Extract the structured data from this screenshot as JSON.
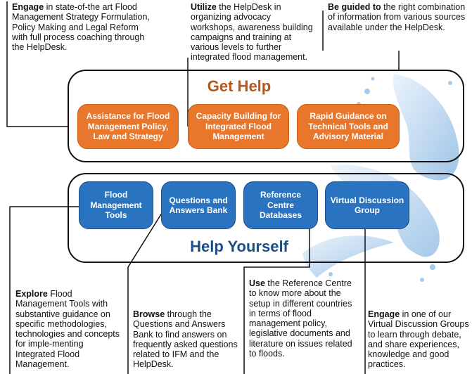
{
  "top_notes": [
    {
      "lead": "Engage",
      "rest": " in state-of-the art Flood Management Strategy Formulation, Policy Making and Legal Reform with full process coaching through the HelpDesk."
    },
    {
      "lead": "Utilize",
      "rest": " the HelpDesk in organizing advocacy workshops, awareness building campaigns and training at various levels to further integrated flood management."
    },
    {
      "lead": "Be guided to",
      "rest": " the right combination of information from various sources available under the HelpDesk."
    }
  ],
  "get_help": {
    "title": "Get Help",
    "title_color": "#b5561a",
    "tiles": [
      "Assistance for Flood Management Policy, Law and Strategy",
      "Capacity Building for Integrated Flood Management",
      "Rapid Guidance on Technical Tools and Advisory Material"
    ]
  },
  "help_yourself": {
    "title": "Help Yourself",
    "title_color": "#1c4f86",
    "tiles": [
      "Flood Management Tools",
      "Questions and Answers Bank",
      "Reference Centre Databases",
      "Virtual Discussion Group"
    ]
  },
  "bottom_notes": [
    {
      "lead": "Explore",
      "rest": " Flood Management Tools with substantive guidance on specific methodologies, technologies and concepts for imple-menting Integrated Flood Management."
    },
    {
      "lead": "Browse",
      "rest": " through the Questions and Answers Bank to find answers on frequently asked questions related to IFM and the HelpDesk."
    },
    {
      "lead": "Use",
      "rest": " the Reference Centre to know more about the setup in different countries in terms of flood management policy, legislative documents and literature on issues related to floods."
    },
    {
      "lead": "Engage",
      "rest": " in one of our Virtual Discussion Groups to learn through debate, and share experiences, knowledge and good practices."
    }
  ],
  "colors": {
    "orange": "#e8772c",
    "blue": "#2a73c1",
    "water": "#9cc6ea"
  }
}
